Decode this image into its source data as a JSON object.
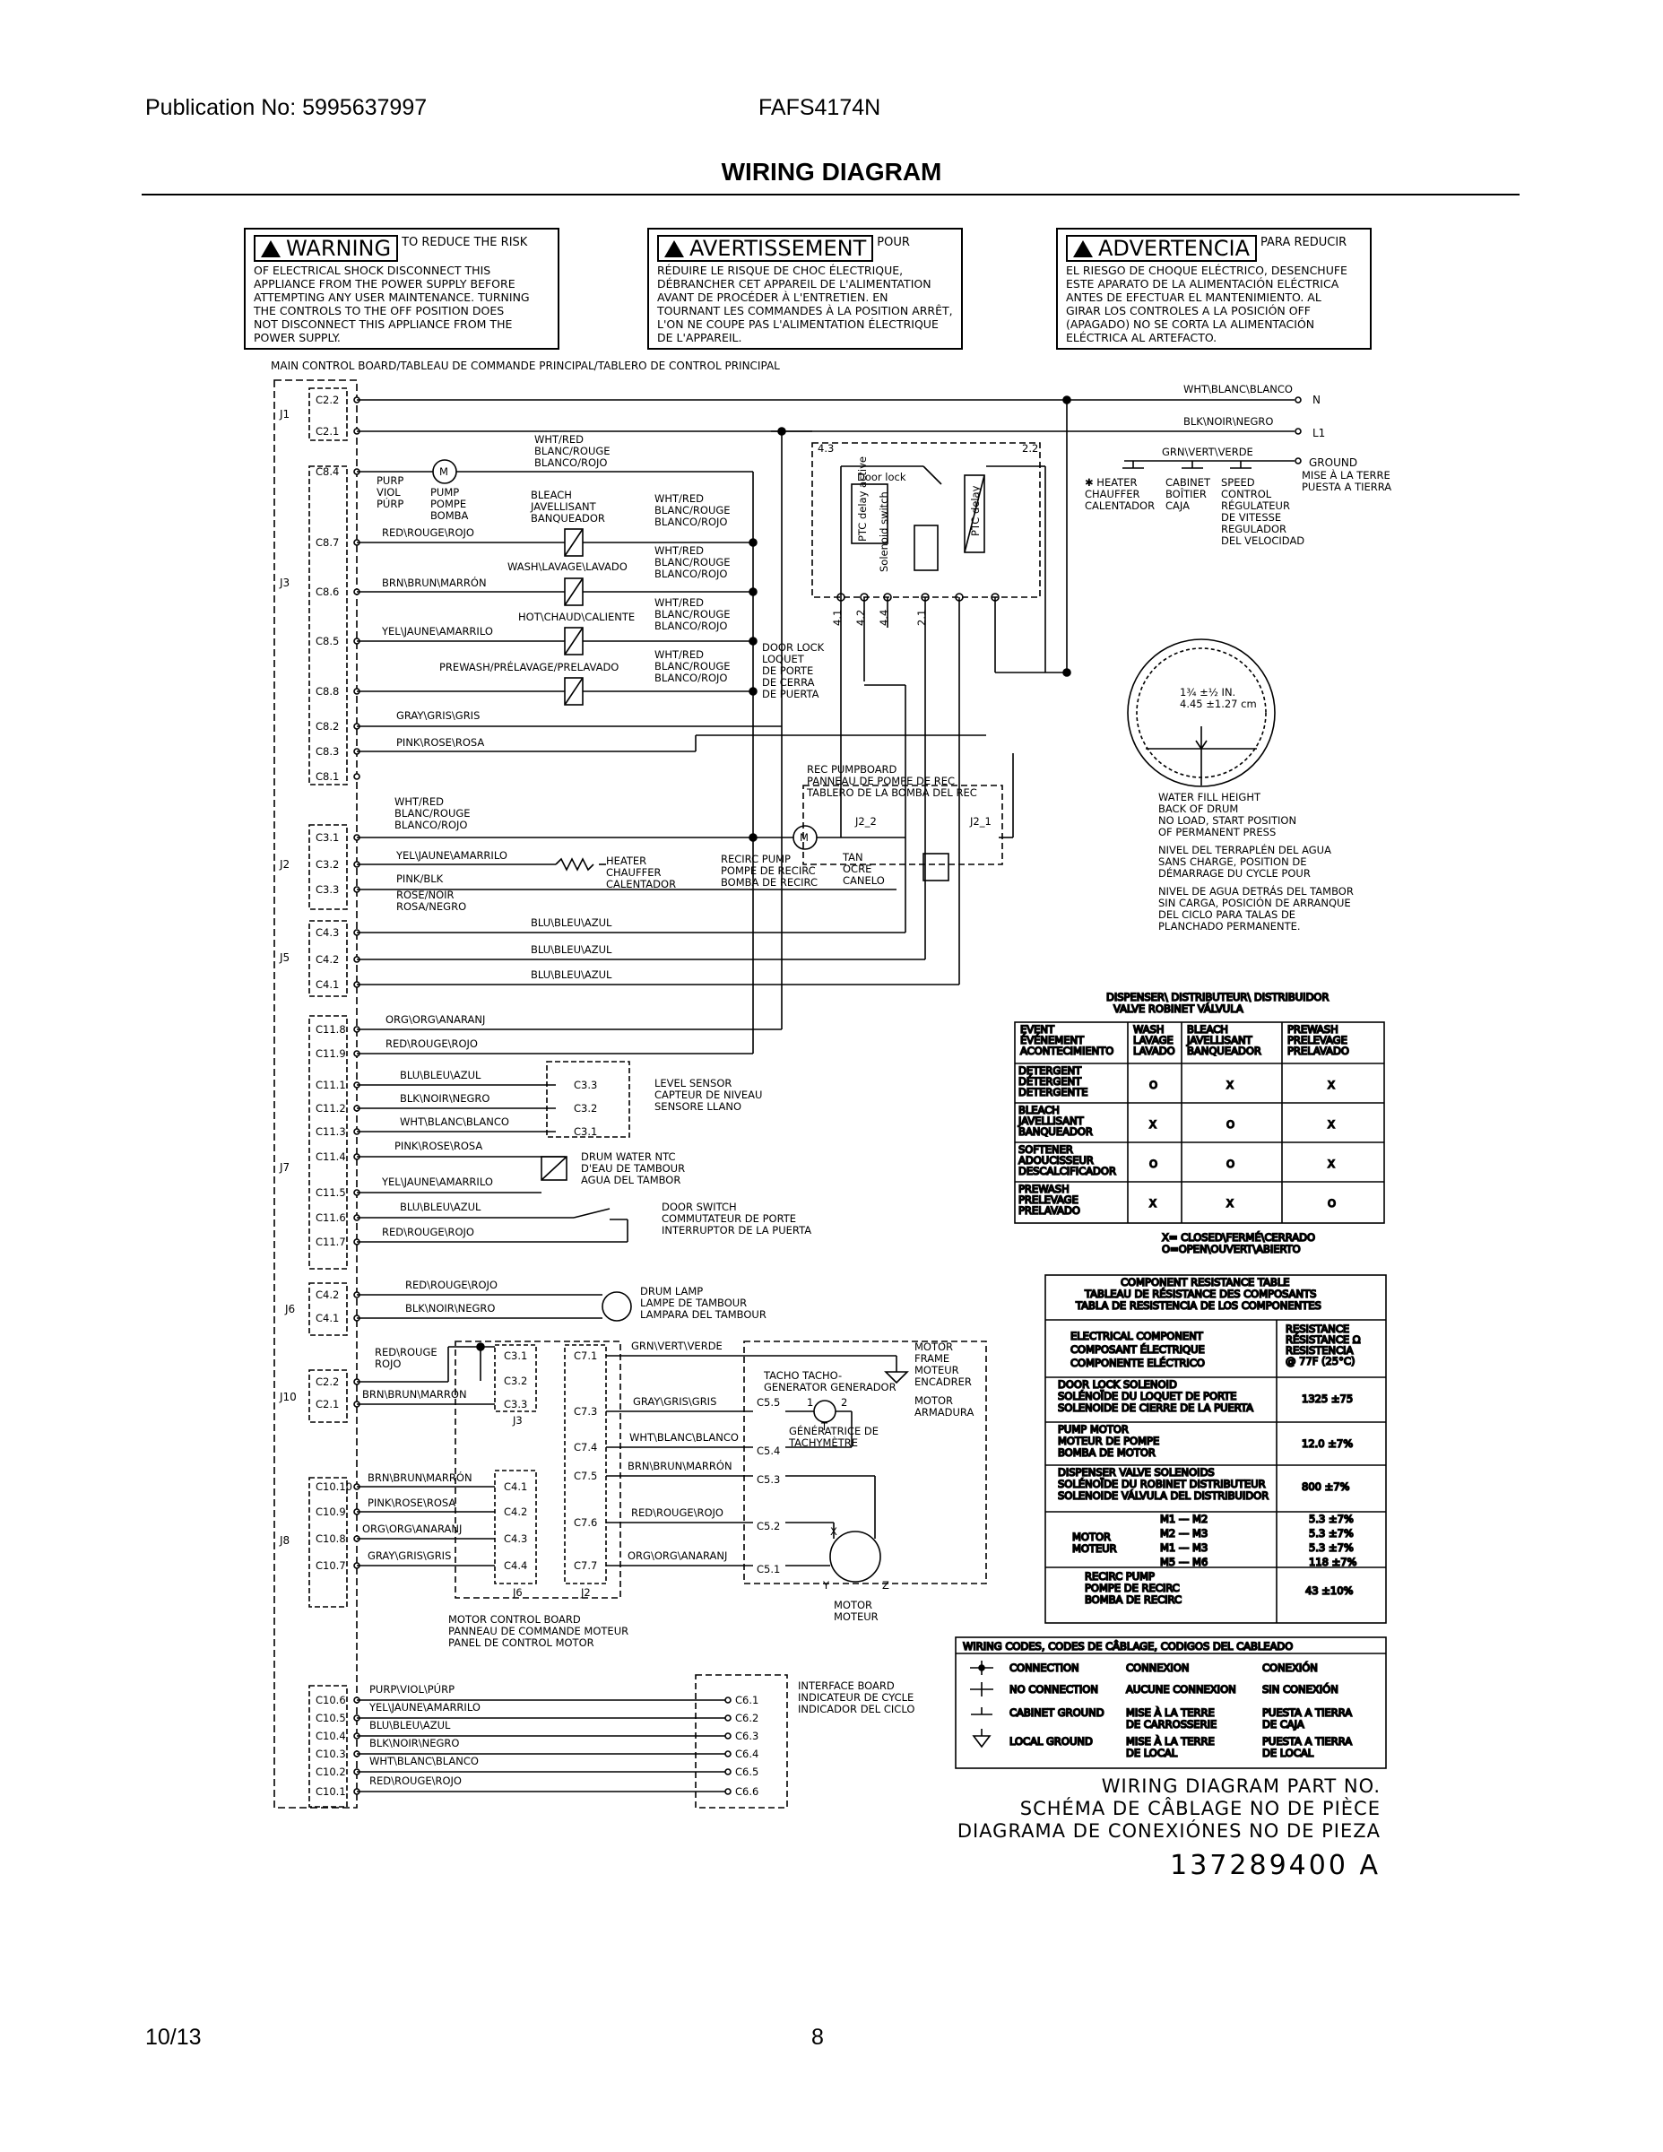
{
  "header": {
    "publication": "Publication No: 5995637997",
    "model": "FAFS4174N",
    "title": "WIRING DIAGRAM"
  },
  "warnings": {
    "en_title": "WARNING",
    "en_after": "TO REDUCE THE RISK",
    "en_body": "OF ELECTRICAL SHOCK DISCONNECT THIS\nAPPLIANCE FROM THE POWER SUPPLY BEFORE\nATTEMPTING ANY USER MAINTENANCE. TURNING\nTHE CONTROLS TO THE OFF POSITION DOES\nNOT DISCONNECT THIS APPLIANCE FROM THE\nPOWER SUPPLY.",
    "fr_title": "AVERTISSEMENT",
    "fr_after": "POUR",
    "fr_body": "RÉDUIRE LE RISQUE DE CHOC ÉLECTRIQUE,\nDÉBRANCHER CET APPAREIL DE L'ALIMENTATION\nAVANT DE PROCÉDER À L'ENTRETIEN. EN\nTOURNANT LES COMMANDES À LA POSITION ARRÊT,\nL'ON NE COUPE PAS L'ALIMENTATION ÉLECTRIQUE\nDE L'APPAREIL.",
    "es_title": "ADVERTENCIA",
    "es_after": "PARA REDUCIR",
    "es_body": "EL RIESGO DE CHOQUE ELÉCTRICO, DESENCHUFE\nESTE APARATO DE LA ALIMENTACIÓN ELÉCTRICA\nANTES DE EFECTUAR EL MANTENIMIENTO. AL\nGIRAR LOS CONTROLES A LA POSICIÓN OFF\n(APAGADO) NO SE CORTA LA ALIMENTACIÓN\nELÉCTRICA AL ARTEFACTO."
  },
  "main_board": "MAIN CONTROL BOARD/TABLEAU DE COMMANDE PRINCIPAL/TABLERO DE CONTROL PRINCIPAL",
  "connectors": {
    "J1": "J1",
    "J3": "J3",
    "J2": "J2",
    "J5": "J5",
    "J7": "J7",
    "J6": "J6",
    "J10": "J10",
    "J8": "J8",
    "J1_pins": [
      "C2.2",
      "C2.1"
    ],
    "J3_pins": [
      "C8.4",
      "C8.7",
      "C8.6",
      "C8.5",
      "C8.8",
      "C8.2",
      "C8.3",
      "C8.1"
    ],
    "J2_pins": [
      "C3.1",
      "C3.2",
      "C3.3"
    ],
    "J5_pins": [
      "C4.3",
      "C4.2",
      "C4.1"
    ],
    "J7_pins": [
      "C11.8",
      "C11.9",
      "C11.1",
      "C11.2",
      "C11.3",
      "C11.4",
      "C11.5",
      "C11.6",
      "C11.7"
    ],
    "J6_pins": [
      "C4.2",
      "C4.1"
    ],
    "J10_pins": [
      "C2.2",
      "C2.1"
    ],
    "J8_pins": [
      "C10.10",
      "C10.9",
      "C10.8",
      "C10.7"
    ],
    "bottom_pins": [
      "C10.6",
      "C10.5",
      "C10.4",
      "C10.3",
      "C10.2",
      "C10.1"
    ]
  },
  "wires": {
    "wht": "WHT\\BLANC\\BLANCO",
    "blk": "BLK\\NOIR\\NEGRO",
    "grn": "GRN\\VERT\\VERDE",
    "n": "N",
    "l1": "L1",
    "ground": "GROUND",
    "ground_fr_es": "MISE À LA TERRE\nPUESTA A TIERRA",
    "whtred": "WHT/RED\nBLANC/ROUGE\nBLANCO/ROJO",
    "red": "RED\\ROUGE\\ROJO",
    "brn": "BRN\\BRUN\\MARRÓN",
    "yel": "YEL\\JAUNE\\AMARRILO",
    "gray": "GRAY\\GRIS\\GRIS",
    "pink": "PINK\\ROSE\\ROSA",
    "pinkblk": "PINK/BLK",
    "roseblk": "ROSE/NOIR\nROSA/NEGRO",
    "blu": "BLU\\BLEU\\AZUL",
    "org": "ORG\\ORG\\ANARANJ",
    "purp": "PURP\\VIOL\\PÚRP",
    "redrouge": "RED\\ROUGE\nROJO"
  },
  "components": {
    "pump_purp": "PURP\nVIOL\nPÚRP",
    "pump": "PUMP\nPOMPE\nBOMBA",
    "bleach": "BLEACH\nJAVELLISANT\nBANQUEADOR",
    "wash": "WASH\\LAVAGE\\LAVADO",
    "hot": "HOT\\CHAUD\\CALIENTE",
    "prewash": "PREWASH/PRÉLAVAGE/PRELAVADO",
    "door_lock": "DOOR LOCK\nLOQUET\nDE PORTE\nDE CERRA\nDE PUERTA",
    "lock_inner": "Door lock",
    "lock_pins": [
      "4.3",
      "2.2",
      "4.1",
      "4.2",
      "4.4",
      "2.1"
    ],
    "ptc_delay_active": "PTC delay active",
    "solenoid_switch": "Solenoid switch",
    "ptc_delay": "PTC delay",
    "heater_sym": "✱ HEATER\nCHAUFFER\nCALENTADOR",
    "cabinet_sym": "CABINET\nBOÎTIER\nCAJA",
    "speed_sym": "SPEED\nCONTROL\nRÉGULATEUR\nDE VITESSE\nREGULADOR\nDEL VELOCIDAD",
    "heater": "HEATER\nCHAUFFER\nCALENTADOR",
    "recirc_pump": "RECIRC PUMP\nPOMPE DE RECIRC\nBOMBA DE RECIRC",
    "rec_board": "REC PUMPBOARD\nPANNEAU DE POMPE DE REC\nTABLERO DE LA BOMBA DEL REC",
    "j2_2": "J2_2",
    "j2_1": "J2_1",
    "tan": "TAN\nOCRE\nCANELO",
    "level_sensor": "LEVEL SENSOR\nCAPTEUR DE NIVEAU\nSENSORE LLANO",
    "level_pins": [
      "C3.3",
      "C3.2",
      "C3.1"
    ],
    "ntc": "DRUM WATER NTC\nD'EAU DE TAMBOUR\nAGUA DEL TAMBOR",
    "door_switch": "DOOR SWITCH\nCOMMUTATEUR DE PORTE\nINTERRUPTOR DE LA PUERTA",
    "drum_lamp": "DRUM LAMP\nLAMPE DE TAMBOUR\nLAMPARA DEL TAMBOUR",
    "motor_board": "MOTOR CONTROL BOARD\nPANNEAU DE COMMANDE MOTEUR\nPANEL DE CONTROL MOTOR",
    "mcb_j3_pins": [
      "C3.1",
      "C3.2",
      "C3.3"
    ],
    "mcb_j3": "J3",
    "mcb_j6_pins": [
      "C4.1",
      "C4.2",
      "C4.3",
      "C4.4"
    ],
    "mcb_j6": "J6",
    "mcb_j2_pins": [
      "C7.1",
      "C7.3",
      "C7.4",
      "C7.5",
      "C7.6",
      "C7.7"
    ],
    "mcb_j2": "J2",
    "motor_pins": [
      "C5.5",
      "C5.4",
      "C5.3",
      "C5.2",
      "C5.1"
    ],
    "tacho": "TACHO TACHO-\nGENERATOR GENERADOR",
    "tacho_fr": "GÉNÉRATRICE DE\nTACHYMÈTRE",
    "motor_frame": "MOTOR\nFRAME\nMOTEUR\nENCADRER",
    "motor_armadura": "MOTOR\nARMADURA",
    "motor": "MOTOR\nMOTEUR",
    "xyz": [
      "X",
      "Y",
      "Z"
    ],
    "tacho_pins": [
      "1",
      "2",
      "T"
    ],
    "interface_board": "INTERFACE BOARD\nINDICATEUR DE CYCLE\nINDICADOR DEL CICLO",
    "iface_pins": [
      "C6.1",
      "C6.2",
      "C6.3",
      "C6.4",
      "C6.5",
      "C6.6"
    ],
    "drum_dim": "1¾ ±½ IN.\n4.45 ±1.27 cm",
    "water_fill": "WATER FILL HEIGHT\nBACK OF DRUM\nNO LOAD, START POSITION\nOF PERMANENT PRESS",
    "water_fill_fr": "NIVEL DEL TERRAPLÉN DEL AGUA\nSANS CHARGE, POSITION DE\nDÉMARRAGE DU CYCLE POUR",
    "water_fill_es": "NIVEL DE AGUA DETRÁS DEL TAMBOR\nSIN CARGA, POSICIÓN DE ARRANQUE\nDEL CICLO PARA TALAS DE\nPLANCHADO PERMANENTE."
  },
  "dispenser_table": {
    "title": "DISPENSER\\ DISTRIBUTEUR\\ DISTRIBUIDOR\nVALVE      ROBINET      VÁLVULA",
    "headers": [
      "EVENT\nÉVÉNEMENT\nACONTECIMIENTO",
      "WASH\nLAVAGE\nLAVADO",
      "BLEACH\nJAVELLISANT\nBANQUEADOR",
      "PREWASH\nPRELEVAGE\nPRELAVADO"
    ],
    "rows": [
      {
        "event": "DETERGENT\nDÉTERGENT\nDETERGENTE",
        "vals": [
          "O",
          "X",
          "X"
        ]
      },
      {
        "event": "BLEACH\nJAVELLISANT\nBANQUEADOR",
        "vals": [
          "X",
          "O",
          "X"
        ]
      },
      {
        "event": "SOFTENER\nADOUCISSEUR\nDESCALCIFICADOR",
        "vals": [
          "O",
          "O",
          "X"
        ]
      },
      {
        "event": "PREWASH\nPRELEVAGE\nPRELAVADO",
        "vals": [
          "X",
          "X",
          "O"
        ]
      }
    ],
    "legend": "X= CLOSED\\FERMÉ\\CERRADO\nO=OPEN\\OUVERT\\ABIERTO"
  },
  "resistance_table": {
    "title": "COMPONENT RESISTANCE TABLE\nTABLEAU DE RÉSISTANCE DES COMPOSANTS\nTABLA DE RESISTENCIA DE LOS COMPONENTES",
    "header_comp": "ELECTRICAL COMPONENT\nCOMPOSANT ÉLECTRIQUE\nCOMPONENTE ELÉCTRICO",
    "header_res": "RESISTANCE\nRÉSISTANCE  Ω\nRESISTENCIA\n@ 77F (25°C)",
    "rows": [
      {
        "comp": "DOOR LOCK SOLENOID\nSOLÉNOÏDE DU LOQUET DE PORTE\nSOLENOIDE DE CIERRE DE LA PUERTA",
        "res": "1325 ±75"
      },
      {
        "comp": "PUMP MOTOR\nMOTEUR DE POMPE\nBOMBA DE MOTOR",
        "res": "12.0 ±7%"
      },
      {
        "comp": "DISPENSER VALVE SOLENOIDS\nSOLÉNOÏDE DU ROBINET DISTRIBUTEUR\nSOLENOIDE VÁLVULA DEL DISTRIBUIDOR",
        "res": "800 ±7%"
      },
      {
        "comp": "RECIRC PUMP\nPOMPE DE RECIRC\nBOMBA DE RECIRC",
        "res": "43 ±10%"
      }
    ],
    "motor_label": "MOTOR\nMOTEUR",
    "motor_rows": [
      {
        "pair": "M1  ––  M2",
        "res": "5.3 ±7%"
      },
      {
        "pair": "M2  ––  M3",
        "res": "5.3 ±7%"
      },
      {
        "pair": "M1  ––  M3",
        "res": "5.3 ±7%"
      },
      {
        "pair": "M5  ––  M6",
        "res": "118 ±7%"
      }
    ]
  },
  "wiring_codes": {
    "title": "WIRING CODES,   CODES DE CÂBLAGE,   CODIGOS DEL CABLEADO",
    "rows": [
      {
        "en": "CONNECTION",
        "fr": "CONNEXION",
        "es": "CONEXIÓN"
      },
      {
        "en": "NO CONNECTION",
        "fr": "AUCUNE CONNEXION",
        "es": "SIN CONEXIÓN"
      },
      {
        "en": "CABINET GROUND",
        "fr": "MISE À LA TERRE\nDE CARROSSERIE",
        "es": "PUESTA A TIERRA\nDE CAJA"
      },
      {
        "en": "LOCAL GROUND",
        "fr": "MISE À LA TERRE\nDE LOCAL",
        "es": "PUESTA A TIERRA\nDE LOCAL"
      }
    ]
  },
  "part": {
    "line1": "WIRING DIAGRAM PART NO.",
    "line2": "SCHÉMA DE CÂBLAGE NO DE PIÈCE",
    "line3": "DIAGRAMA DE CONEXIÓNES NO DE PIEZA",
    "number": "137289400  A"
  },
  "footer": {
    "date": "10/13",
    "page": "8"
  }
}
